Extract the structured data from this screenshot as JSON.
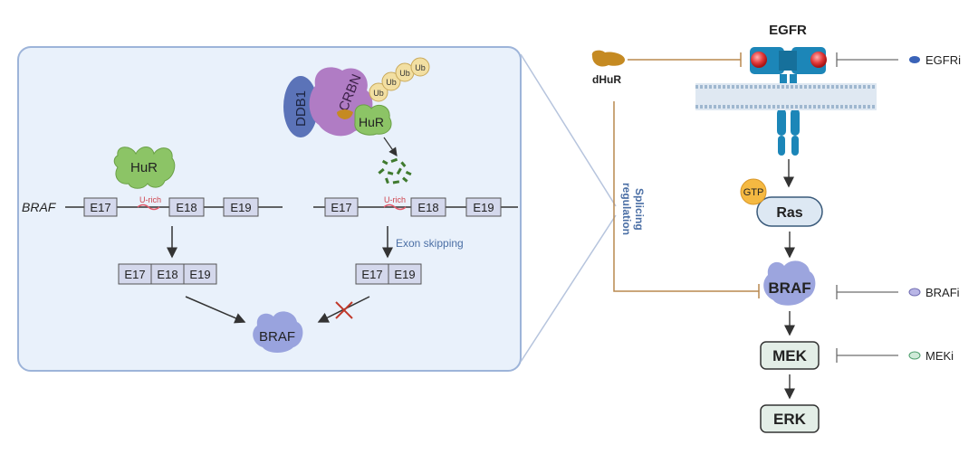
{
  "inset": {
    "gene_label": "BRAF",
    "left_panel": {
      "exons": [
        "E17",
        "E18",
        "E19"
      ],
      "urich_label": "U-rich",
      "protein_label": "HuR",
      "product_exons": [
        "E17",
        "E18",
        "E19"
      ]
    },
    "right_panel": {
      "exons": [
        "E17",
        "E18",
        "E19"
      ],
      "urich_label": "U-rich",
      "ubiquitin_labels": [
        "Ub",
        "Ub",
        "Ub",
        "Ub"
      ],
      "ddb1_label": "DDB1",
      "crbn_label": "CRBN",
      "hur_label": "HuR",
      "arrow_label": "Exon skipping",
      "product_exons": [
        "E17",
        "E19"
      ]
    },
    "result_label": "BRAF"
  },
  "pathway": {
    "dhur_label": "dHuR",
    "splicing_label": "Splicing\nregulation",
    "receptor_label": "EGFR",
    "gtp_label": "GTP",
    "ras_label": "Ras",
    "braf_label": "BRAF",
    "mek_label": "MEK",
    "erk_label": "ERK",
    "inhibitors": [
      {
        "label": "EGFRi",
        "color": "#3a63b8"
      },
      {
        "label": "BRAFi",
        "color": "#b9b6e6"
      },
      {
        "label": "MEKi",
        "color": "#cfead8"
      }
    ]
  },
  "colors": {
    "inset_bg": "#e9f1fb",
    "inset_border": "#9db4d9",
    "exon_fill": "#d4d8ec",
    "hur_green": "#8cc466",
    "crbn_purple": "#b07cc4",
    "ddb1_blue": "#5b73b8",
    "ub_yellow": "#f2dfa2",
    "egfr_blue": "#1c86b8",
    "dhur_orange": "#c58a22",
    "node_bg": "#e3eee7",
    "ras_bg": "#dde8f3",
    "braf_purple": "#8b95d8",
    "inhibit_line": "#6d6d6d",
    "splice_line": "#b8884f",
    "exon_skip_text": "#4b6fa5"
  }
}
